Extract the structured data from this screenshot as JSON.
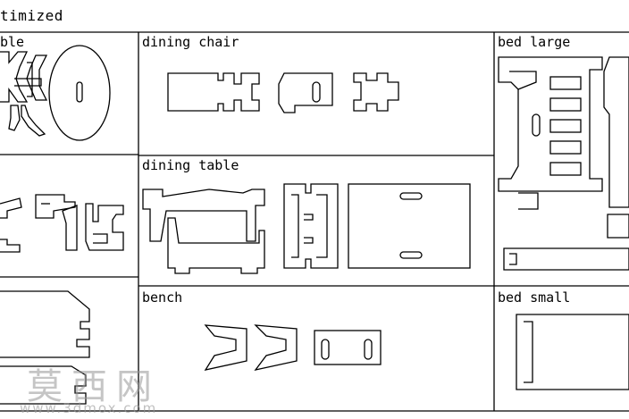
{
  "sheet": {
    "title": "timized",
    "panels": {
      "top_left": "ble",
      "dining_chair": "dining chair",
      "bed_large": "bed large",
      "dining_table": "dining table",
      "bench": "bench",
      "bed_small": "bed small"
    }
  },
  "watermark": {
    "chinese": "莫西网",
    "url": "www.3dmox.com"
  },
  "colors": {
    "line": "#000000",
    "background": "#ffffff",
    "watermark": "#969696"
  }
}
